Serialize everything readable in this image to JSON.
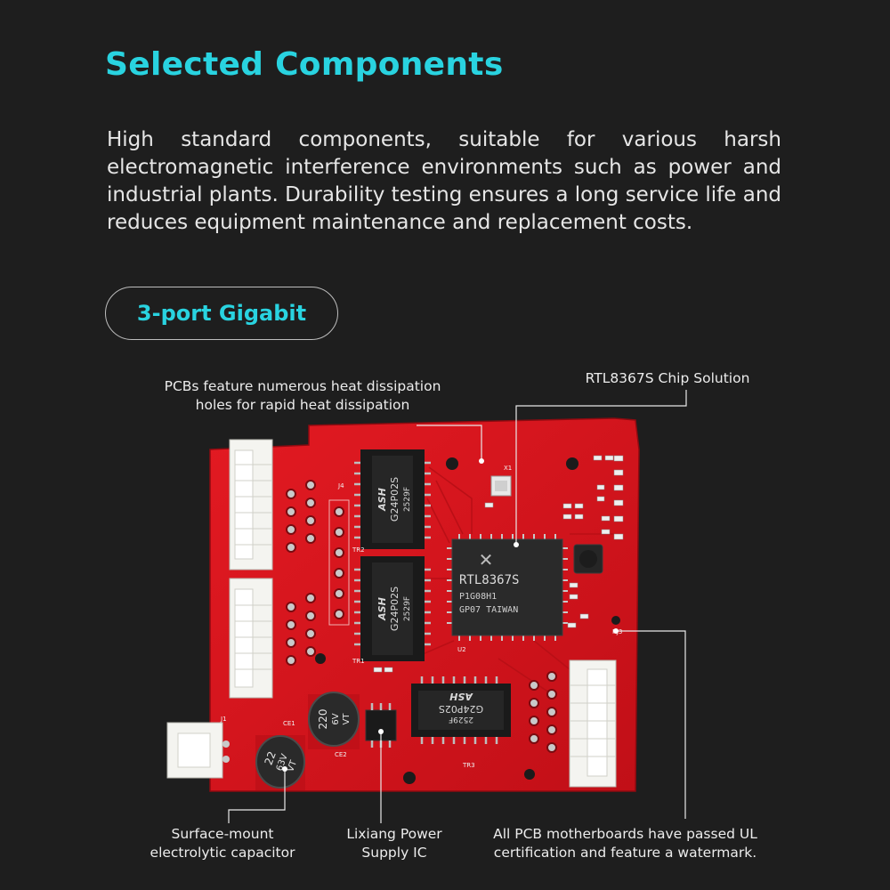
{
  "header": {
    "title": "Selected Components",
    "description": "High standard components, suitable for various harsh electromagnetic interference environments such as power and industrial plants. Durability testing ensures a long service life and reduces equipment maintenance and replacement costs."
  },
  "badge": {
    "label": "3-port Gigabit"
  },
  "callouts": {
    "heat_line1": "PCBs feature numerous heat dissipation",
    "heat_line2": "holes for rapid heat dissipation",
    "chip": "RTL8367S Chip Solution",
    "capacitor_line1": "Surface-mount",
    "capacitor_line2": "electrolytic capacitor",
    "power_line1": "Lixiang Power",
    "power_line2": "Supply IC",
    "ul_line1": "All PCB motherboards have passed UL",
    "ul_line2": "certification and feature a watermark."
  },
  "board_markings": {
    "chip_line1": "RTL8367S",
    "chip_line2": "P1G08H1",
    "chip_line3": "GP07 TAIWAN",
    "transformer_brand": "ASH",
    "transformer_model": "G24P02S",
    "transformer_code": "2529F",
    "cap_large_1": "220",
    "cap_large_2": "6V",
    "cap_large_3": "VT",
    "cap_small_1": "22",
    "cap_small_2": "63V",
    "cap_small_3": "VT",
    "ref_j1": "J1",
    "ref_j4": "J4",
    "ref_tr1": "TR1",
    "ref_tr2": "TR2",
    "ref_tr3": "TR3",
    "ref_u2": "U2",
    "ref_rj3": "RJ3",
    "ref_x1": "X1",
    "ref_ce1": "CE1",
    "ref_ce2": "CE2"
  },
  "colors": {
    "accent": "#29d3e0",
    "background": "#1e1e1e",
    "pcb": "#d8141c",
    "chip": "#2a2a2a"
  }
}
